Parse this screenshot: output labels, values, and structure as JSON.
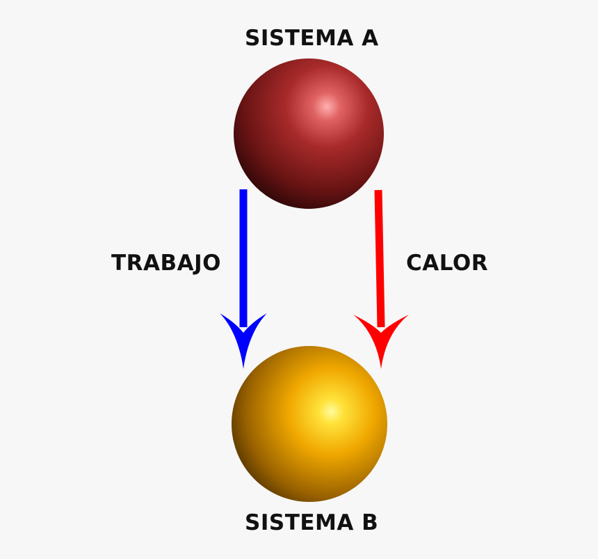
{
  "diagram": {
    "system_a": {
      "label": "SISTEMA A",
      "color": "#8e1c1c",
      "highlight_color": "#ff9a9a"
    },
    "system_b": {
      "label": "SISTEMA B",
      "color": "#e8a000",
      "highlight_color": "#fff176"
    },
    "arrows": [
      {
        "label": "TRABAJO",
        "color": "#0000ff",
        "from": "SISTEMA A",
        "to": "SISTEMA B"
      },
      {
        "label": "CALOR",
        "color": "#ff0000",
        "from": "SISTEMA A",
        "to": "SISTEMA B"
      }
    ]
  }
}
